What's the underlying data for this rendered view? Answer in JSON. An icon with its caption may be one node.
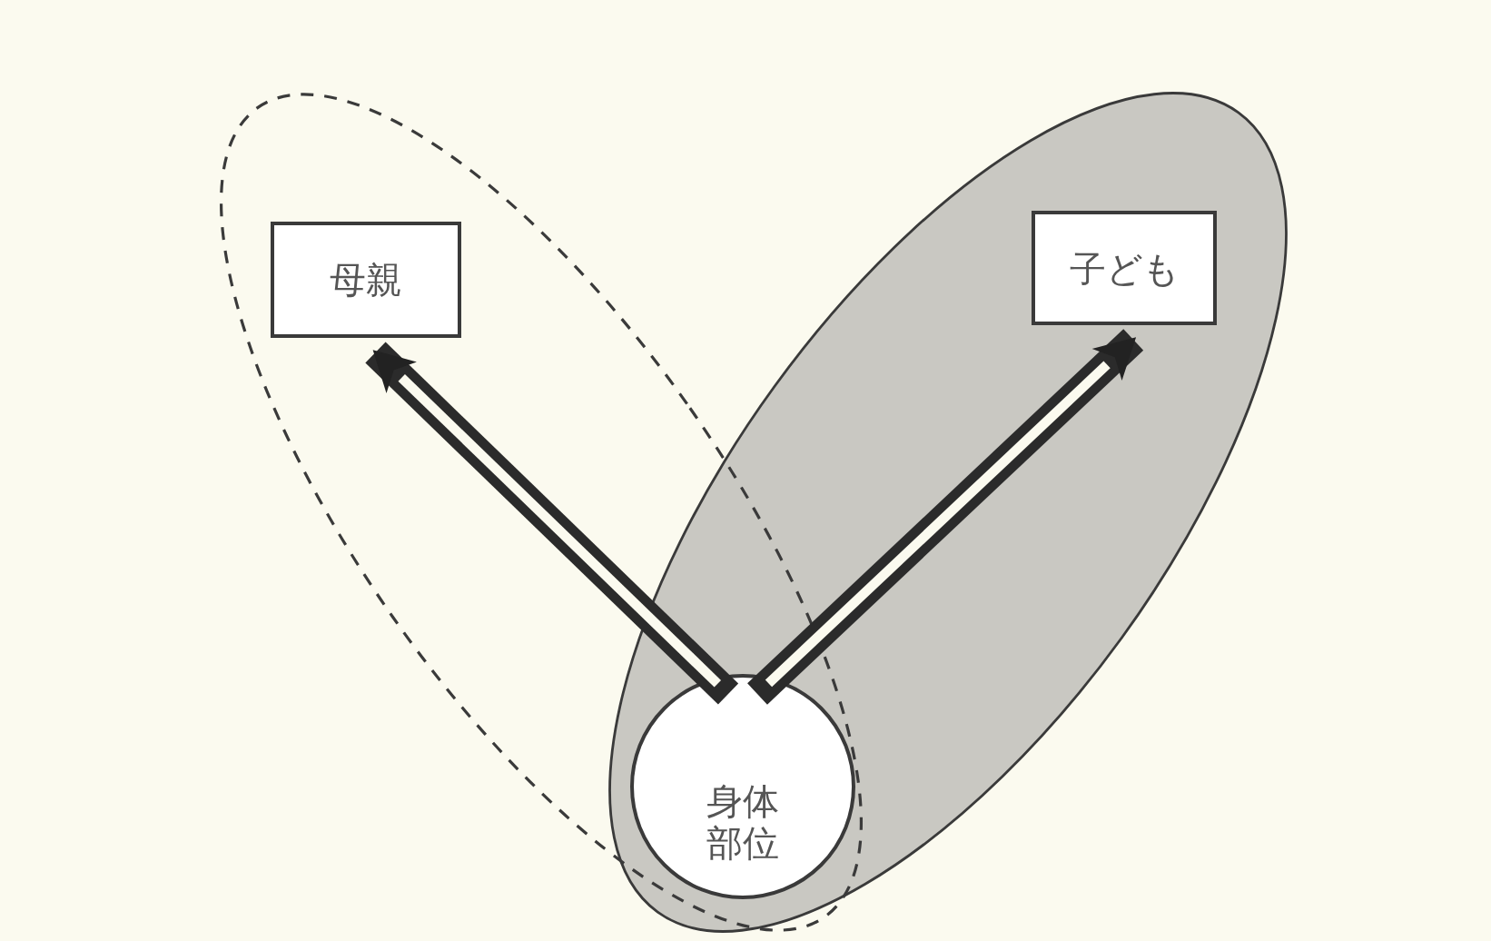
{
  "diagram": {
    "nodes": [
      {
        "text": [],
        "shape": "ellipse"
      },
      {
        "text": [],
        "shape": "ellipse"
      },
      {
        "text": [
          "母親"
        ],
        "in": 0
      },
      {
        "text": [
          "子ども"
        ],
        "in": 1
      },
      {
        "text": [
          "身体部位"
        ]
      }
    ],
    "edges": [
      {
        "from": 4,
        "to": 2,
        "arrow": "to"
      },
      {
        "from": 4,
        "to": 3,
        "arrow": "to"
      }
    ]
  }
}
